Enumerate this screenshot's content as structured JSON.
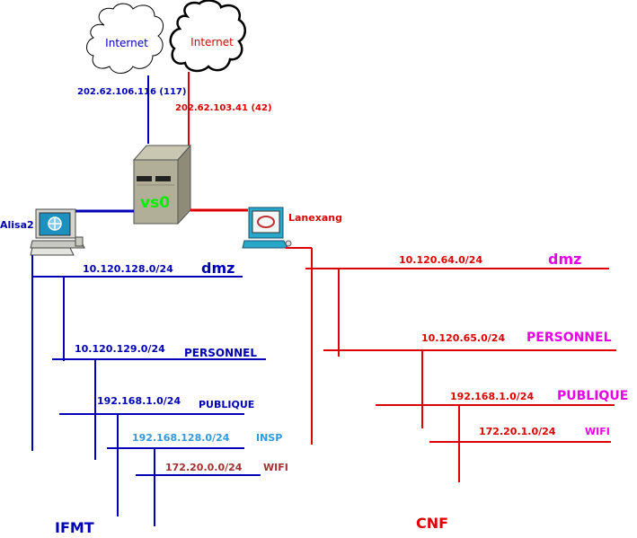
{
  "colors": {
    "blue": "#0000b4",
    "red": "#dc0000",
    "magenta": "#e600e6",
    "lightblue": "#3399dd",
    "brown": "#a03232",
    "green": "#00ee00"
  },
  "clouds": {
    "left_label": "Internet",
    "right_label": "Internet"
  },
  "uplinks": {
    "left_ip": "202.62.106.116 (117)",
    "right_ip": "202.62.103.41 (42)"
  },
  "devices": {
    "server_name": "vs0",
    "left_router_name": "Alisa2",
    "right_router_name": "Lanexang",
    "server_icon": "server-tower-icon",
    "left_router_icon": "router-terminal-icon",
    "right_router_icon": "workstation-icon"
  },
  "ifmt": {
    "site_name": "IFMT",
    "networks": [
      {
        "subnet": "10.120.128.0/24",
        "name": "dmz"
      },
      {
        "subnet": "10.120.129.0/24",
        "name": "PERSONNEL"
      },
      {
        "subnet": "192.168.1.0/24",
        "name": "PUBLIQUE"
      },
      {
        "subnet": "192.168.128.0/24",
        "name": "INSP"
      },
      {
        "subnet": "172.20.0.0/24",
        "name": "WIFI"
      }
    ]
  },
  "cnf": {
    "site_name": "CNF",
    "networks": [
      {
        "subnet": "10.120.64.0/24",
        "name": "dmz"
      },
      {
        "subnet": "10.120.65.0/24",
        "name": "PERSONNEL"
      },
      {
        "subnet": "192.168.1.0/24",
        "name": "PUBLIQUE"
      },
      {
        "subnet": "172.20.1.0/24",
        "name": "WIFI"
      }
    ]
  }
}
